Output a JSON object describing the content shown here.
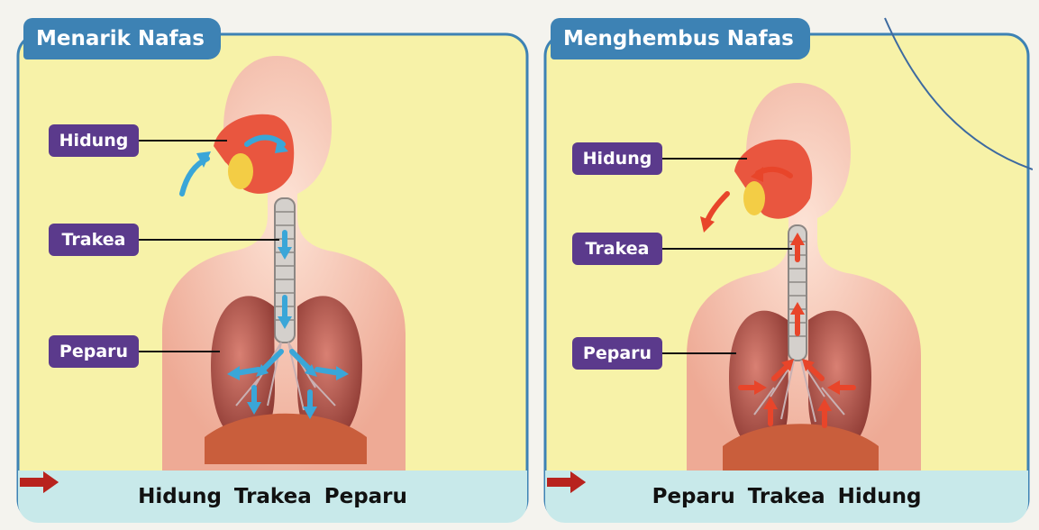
{
  "panels": [
    {
      "title": "Menarik Nafas",
      "labels": {
        "nose": "Hidung",
        "trachea": "Trakea",
        "lungs": "Peparu"
      },
      "flow": [
        "Hidung",
        "Trakea",
        "Peparu"
      ],
      "arrow_color": "#3aa6d8"
    },
    {
      "title": "Menghembus Nafas",
      "labels": {
        "nose": "Hidung",
        "trachea": "Trakea",
        "lungs": "Peparu"
      },
      "flow": [
        "Peparu",
        "Trakea",
        "Hidung"
      ],
      "arrow_color": "#e8452a"
    }
  ],
  "colors": {
    "panel_background": "#f7f2a8",
    "panel_border": "#3d82b4",
    "title_tab": "#3d82b4",
    "label_badge": "#5b3a8c",
    "footer_band": "#c8e9ea",
    "flow_arrow": "#b8231e",
    "skin": "#f6c9b6",
    "lung": "#b9554a"
  }
}
